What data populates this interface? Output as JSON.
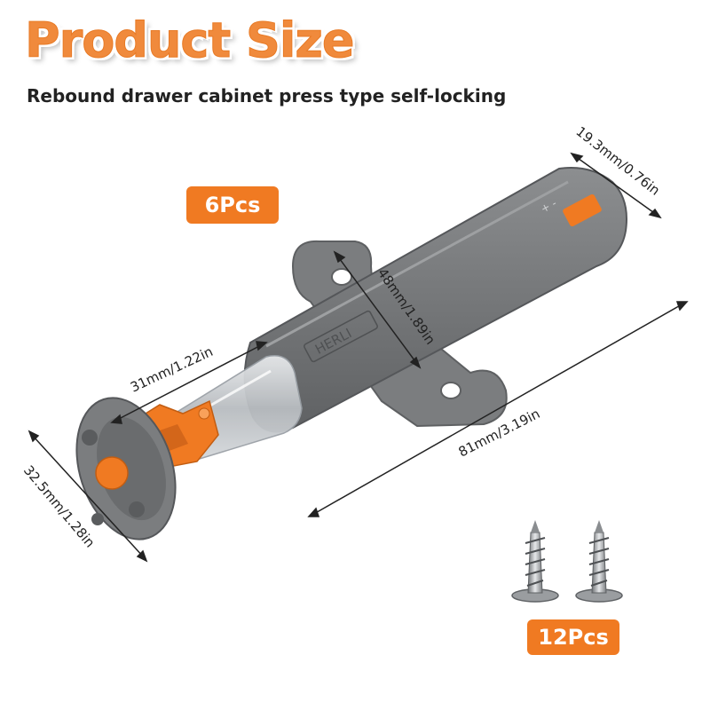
{
  "title": "Product Size",
  "subtitle": "Rebound drawer cabinet press type self-locking",
  "badges": {
    "pieces": "6Pcs",
    "screws": "12Pcs"
  },
  "dimensions": {
    "width": "19.3mm/0.76in",
    "height": "48mm/1.89in",
    "plunger": "31mm/1.22in",
    "length": "81mm/3.19in",
    "pad": "32.5mm/1.28in"
  },
  "brand": "HERLI",
  "colors": {
    "accent": "#f07a22",
    "body": "#7b7d7f",
    "text": "#222222"
  }
}
